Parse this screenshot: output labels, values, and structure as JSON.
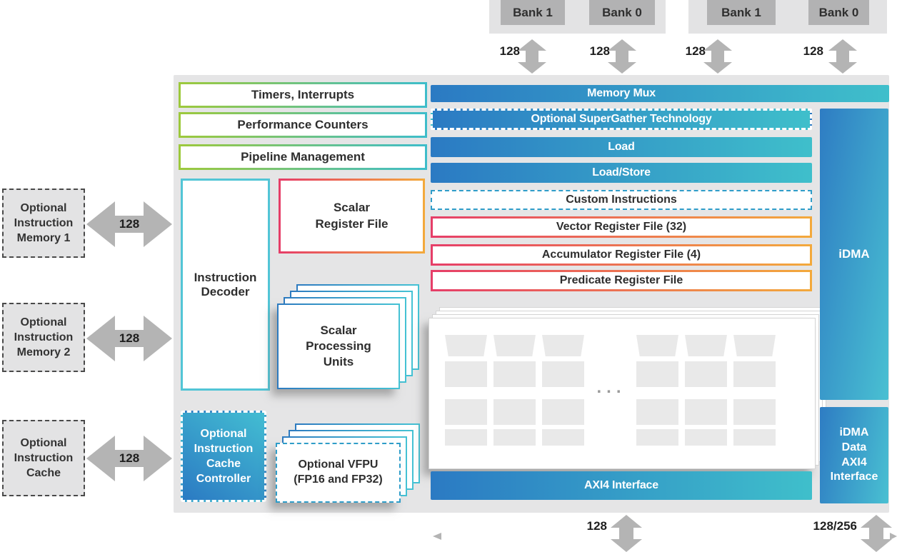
{
  "diagram": {
    "banks": {
      "groups": [
        {
          "items": [
            "Bank 1",
            "Bank 0"
          ]
        },
        {
          "items": [
            "Bank 1",
            "Bank 0"
          ]
        }
      ],
      "bus_labels": [
        "128",
        "128",
        "128",
        "128"
      ]
    },
    "left_memories": [
      {
        "label": "Optional\nInstruction\nMemory 1",
        "bus": "128"
      },
      {
        "label": "Optional\nInstruction\nMemory 2",
        "bus": "128"
      },
      {
        "label": "Optional\nInstruction\nCache",
        "bus": "128"
      }
    ],
    "control_boxes": [
      "Timers, Interrupts",
      "Performance Counters",
      "Pipeline Management"
    ],
    "instruction_decoder": "Instruction\nDecoder",
    "scalar_register_file": "Scalar\nRegister File",
    "scalar_processing_units": "Scalar\nProcessing\nUnits",
    "icache_controller": "Optional\nInstruction\nCache\nController",
    "vfpu": "Optional VFPU\n(FP16 and FP32)",
    "memory_mux": "Memory Mux",
    "pipeline_bars": [
      "Optional SuperGather Technology",
      "Load",
      "Load/Store",
      "Custom Instructions"
    ],
    "register_files": [
      "Vector Register File (32)",
      "Accumulator Register File (4)",
      "Predicate Register File"
    ],
    "vector_array_ellipsis": "...",
    "axi4_interface": "AXI4 Interface",
    "idma": "iDMA",
    "idma_data_axi4": "iDMA\nData\nAXI4\nInterface",
    "bottom_bus_labels": [
      "128",
      "128/256"
    ],
    "colors": {
      "gradient_blue": "#2b7ac3",
      "gradient_teal": "#3fbfcb",
      "border_green": "#9dc93c",
      "border_cyan": "#3ebdca",
      "border_pink": "#e63e68",
      "border_orange": "#f3a93c",
      "dashed_blue": "#2f9dc9",
      "arrow_gray": "#b4b4b4",
      "panel_gray": "#e5e5e6",
      "bank_gray": "#b2b2b3"
    }
  }
}
